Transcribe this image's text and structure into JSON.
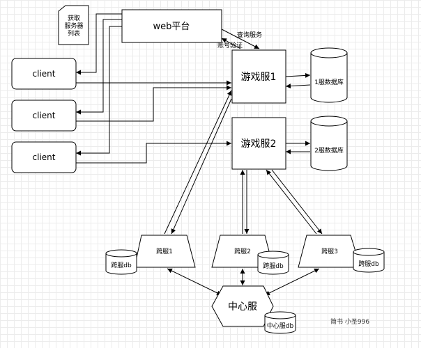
{
  "nodes": {
    "web": "web平台",
    "doc": [
      "获取",
      "服务器",
      "列表"
    ],
    "clients": [
      "client",
      "client",
      "client"
    ],
    "game1": "游戏服1",
    "game2": "游戏服2",
    "db1": "1服数据库",
    "db2": "2服数据库",
    "cross1": "跨服1",
    "cross2": "跨服2",
    "cross3": "跨服3",
    "cross_db1": "跨服db",
    "cross_db2": "跨服db",
    "cross_db3": "跨服db",
    "center": "中心服",
    "center_db": "中心服db"
  },
  "edge_labels": {
    "query_service": "查询服务",
    "account_verify": "账号验证"
  },
  "watermark": "简书  小圣996"
}
